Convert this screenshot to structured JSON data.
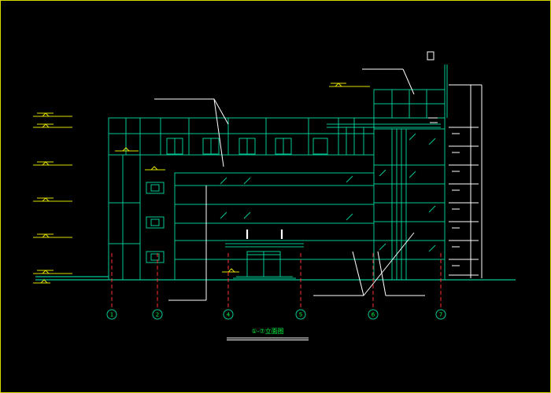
{
  "drawing": {
    "title": "①-⑦立面图",
    "axes": [
      {
        "label": "1"
      },
      {
        "label": "2"
      },
      {
        "label": "4"
      },
      {
        "label": "5"
      },
      {
        "label": "6"
      },
      {
        "label": "7"
      }
    ]
  },
  "colors": {
    "line": "#00c896",
    "dimension": "#e0e000",
    "axis": "#ff3030",
    "text": "#00e000",
    "frame": "#d8d800"
  }
}
